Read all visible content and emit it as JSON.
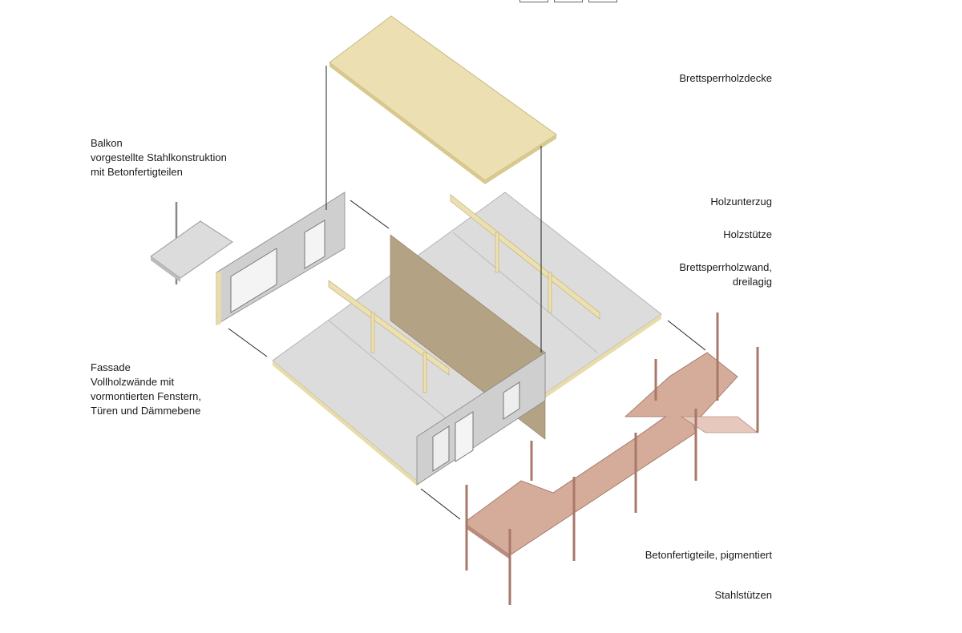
{
  "labels_right": {
    "ceiling": "Brettsperrholzdecke",
    "beam": "Holzunterzug",
    "column": "Holzstütze",
    "wall_line1": "Brettsperrholzwand,",
    "wall_line2": "dreilagig",
    "precast": "Betonfertigteile, pigmentiert",
    "steel": "Stahlstützen"
  },
  "labels_left": {
    "balcony_line1": "Balkon",
    "balcony_line2": "vorgestellte Stahlkonstruktion",
    "balcony_line3": "mit Betonfertigteilen",
    "facade_line1": "Fassade",
    "facade_line2": "Vollholzwände mit",
    "facade_line3": "vormontierten Fenstern,",
    "facade_line4": "Türen und Dämmebene"
  },
  "colors": {
    "timber": "#ece0b3",
    "clt_wall": "#b3a384",
    "slab": "#dcdcdc",
    "concrete": "#d5ab9a",
    "steel": "#a8786a"
  }
}
